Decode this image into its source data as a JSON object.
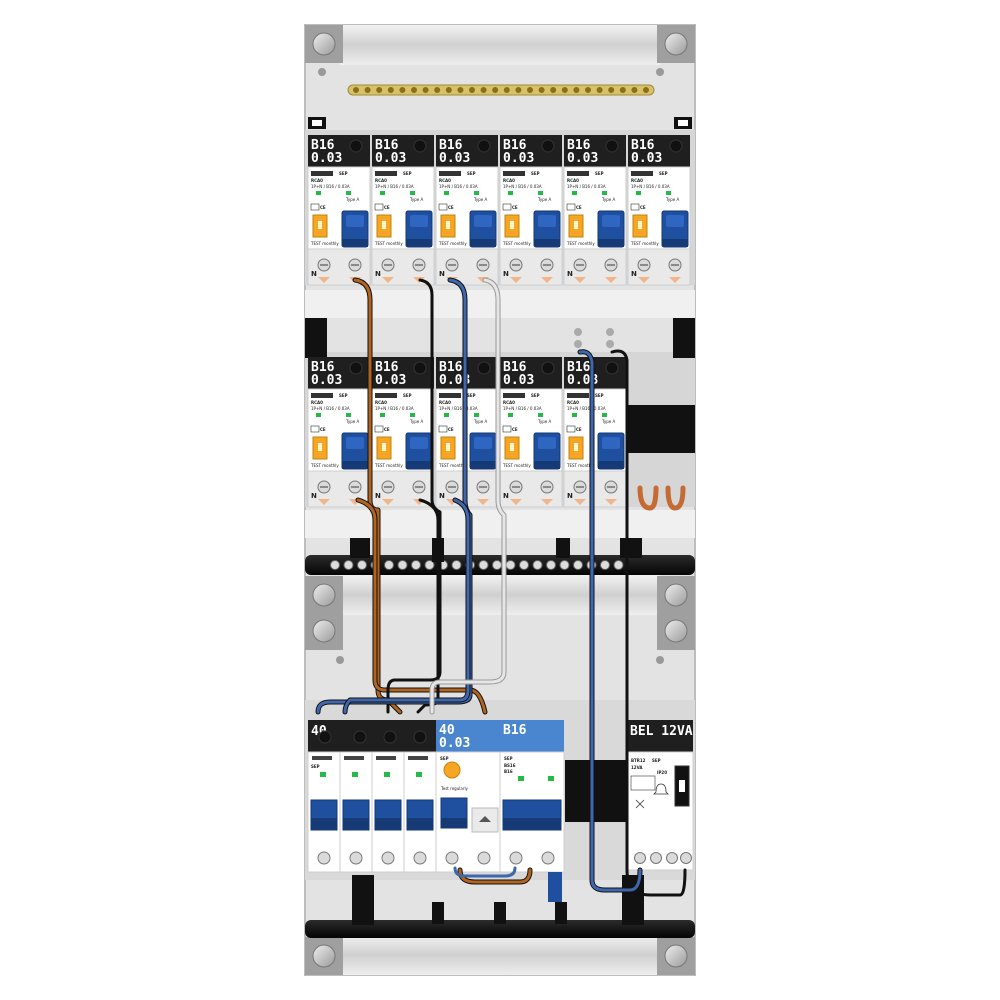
{
  "row1": [
    {
      "rating": "B16",
      "sensitivity": "0.03",
      "model": "RCA0",
      "spec": "1P+N / B16 / 0.03A",
      "brand": "SEP"
    },
    {
      "rating": "B16",
      "sensitivity": "0.03",
      "model": "RCA0",
      "spec": "1P+N / B16 / 0.03A",
      "brand": "SEP"
    },
    {
      "rating": "B16",
      "sensitivity": "0.03",
      "model": "RCA0",
      "spec": "1P+N / B16 / 0.03A",
      "brand": "SEP"
    },
    {
      "rating": "B16",
      "sensitivity": "0.03",
      "model": "RCA0",
      "spec": "1P+N / B16 / 0.03A",
      "brand": "SEP"
    },
    {
      "rating": "B16",
      "sensitivity": "0.03",
      "model": "RCA0",
      "spec": "1P+N / B16 / 0.03A",
      "brand": "SEP"
    },
    {
      "rating": "B16",
      "sensitivity": "0.03",
      "model": "RCA0",
      "spec": "1P+N / B16 / 0.03A",
      "brand": "SEP"
    }
  ],
  "row2": [
    {
      "rating": "B16",
      "sensitivity": "0.03",
      "model": "RCA0",
      "spec": "1P+N / B16 / 0.03A",
      "brand": "SEP"
    },
    {
      "rating": "B16",
      "sensitivity": "0.03",
      "model": "RCA0",
      "spec": "1P+N / B16 / 0.03A",
      "brand": "SEP"
    },
    {
      "rating": "B16",
      "sensitivity": "0.03",
      "model": "RCA0",
      "spec": "1P+N / B16 / 0.03A",
      "brand": "SEP"
    },
    {
      "rating": "B16",
      "sensitivity": "0.03",
      "model": "RCA0",
      "spec": "1P+N / B16 / 0.03A",
      "brand": "SEP"
    },
    {
      "rating": "B16",
      "sensitivity": "0.03",
      "model": "RCA0",
      "spec": "1P+N / B16 / 0.03A",
      "brand": "SEP"
    }
  ],
  "breaker_text": {
    "neutral": "N",
    "test": "TEST monthly",
    "ce": "CE",
    "type": "Type A"
  },
  "main_switch": {
    "rating": "40",
    "brand": "SEP"
  },
  "rcd": {
    "rating": "40",
    "sensitivity": "0.03",
    "test_label": "Test regularly",
    "brand": "SEP"
  },
  "mcb": {
    "rating": "B16",
    "model": "BS16",
    "sub": "B16",
    "brand": "SEP"
  },
  "bell_transformer": {
    "label": "BEL 12VA",
    "model": "BTR12",
    "voltage": "12VA",
    "ip": "IP20",
    "brand": "SEP"
  },
  "colors": {
    "brown": "#b0641e",
    "blue": "#3f67ad",
    "black": "#111111",
    "grey": "#c8c8c8",
    "orange": "#f5a623",
    "breaker_blue": "#1f4f9f",
    "header_black": "#1f1f1f",
    "header_blue": "#4a86d0",
    "enclosure": "#e2e2e2"
  }
}
